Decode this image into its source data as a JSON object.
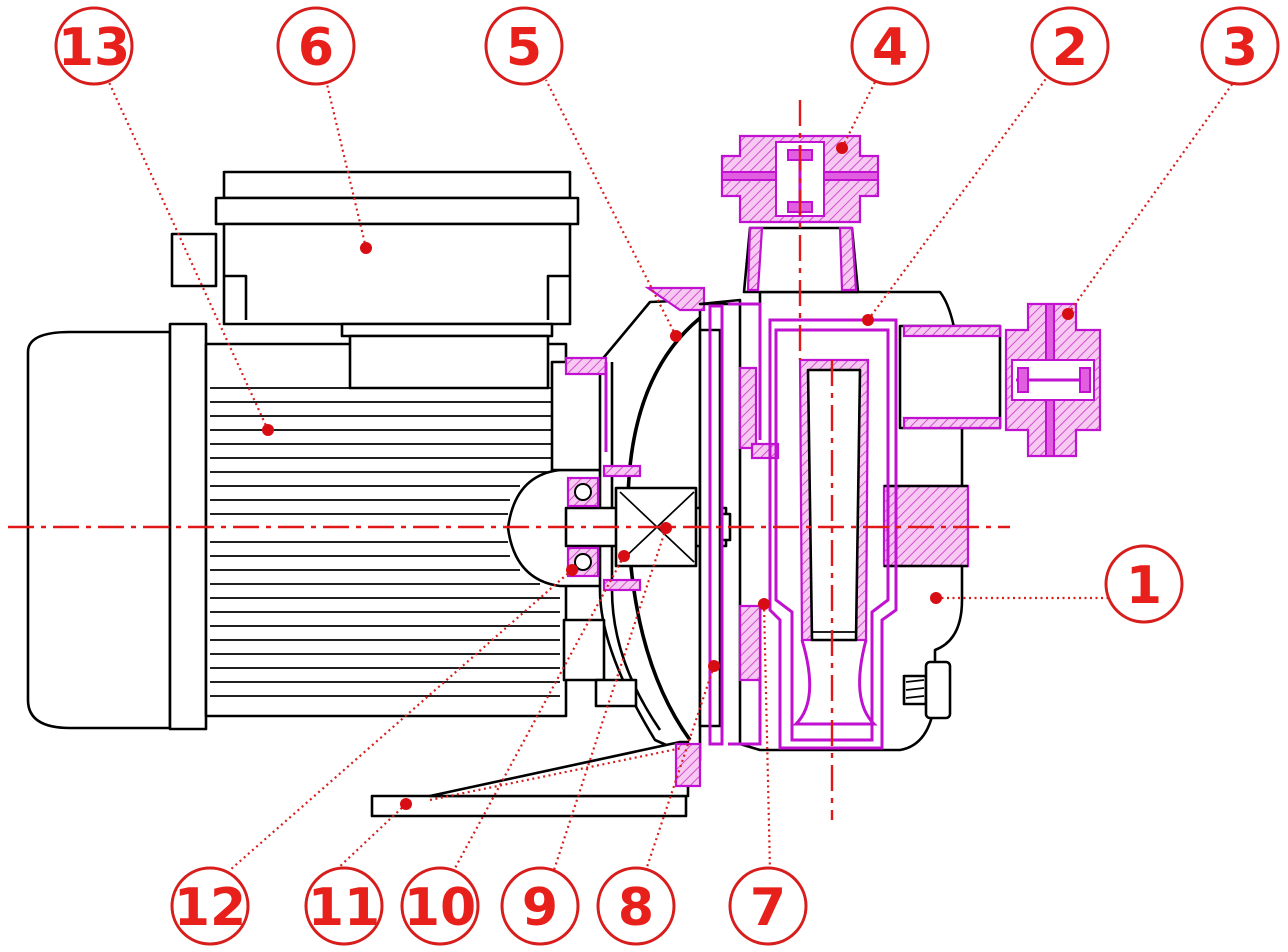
{
  "diagram": {
    "callouts": [
      {
        "id": "1",
        "label": "1"
      },
      {
        "id": "2",
        "label": "2"
      },
      {
        "id": "3",
        "label": "3"
      },
      {
        "id": "4",
        "label": "4"
      },
      {
        "id": "5",
        "label": "5"
      },
      {
        "id": "6",
        "label": "6"
      },
      {
        "id": "7",
        "label": "7"
      },
      {
        "id": "8",
        "label": "8"
      },
      {
        "id": "9",
        "label": "9"
      },
      {
        "id": "10",
        "label": "10"
      },
      {
        "id": "11",
        "label": "11"
      },
      {
        "id": "12",
        "label": "12"
      },
      {
        "id": "13",
        "label": "13"
      }
    ],
    "colors": {
      "callout": "#d81e1c",
      "highlight": "#c010d0",
      "outline": "#000000",
      "background": "#ffffff"
    }
  }
}
